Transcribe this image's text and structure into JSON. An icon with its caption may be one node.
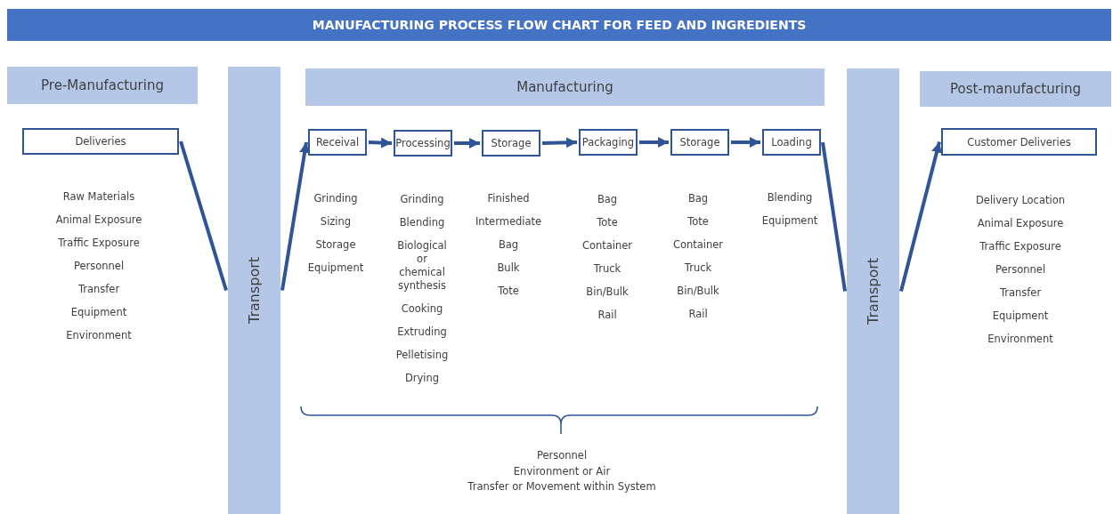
{
  "diagram": {
    "title": "MANUFACTURING PROCESS FLOW CHART FOR FEED AND INGREDIENTS",
    "nodes": [
      {
        "text": [
          "Pre-Manufacturing"
        ]
      },
      {
        "text": [
          "Transport"
        ]
      },
      {
        "text": [
          "Manufacturing"
        ]
      },
      {
        "text": [
          "Transport"
        ]
      },
      {
        "text": [
          "Post-manufacturing"
        ]
      },
      {
        "text": [
          "Deliveries"
        ],
        "beside": [
          "Raw Materials",
          "Animal Exposure",
          "Traffic Exposure",
          "Personnel",
          "Transfer",
          "Equipment",
          "Environment"
        ]
      },
      {
        "text": [
          "Receival"
        ],
        "beside": [
          "Grinding",
          "Sizing",
          "Storage",
          "Equipment"
        ]
      },
      {
        "text": [
          "Processing"
        ],
        "beside": [
          "Grinding",
          "Blending",
          "Biological or chemical synthesis",
          "Cooking",
          "Extruding",
          "Pelletising",
          "Drying"
        ]
      },
      {
        "text": [
          "Storage"
        ],
        "beside": [
          "Finished",
          "Intermediate",
          "Bag",
          "Bulk",
          "Tote"
        ]
      },
      {
        "text": [
          "Packaging"
        ],
        "beside": [
          "Bag",
          "Tote",
          "Container",
          "Truck",
          "Bin/Bulk",
          "Rail"
        ]
      },
      {
        "text": [
          "Storage"
        ],
        "beside": [
          "Bag",
          "Tote",
          "Container",
          "Truck",
          "Bin/Bulk",
          "Rail"
        ]
      },
      {
        "text": [
          "Loading"
        ],
        "beside": [
          "Blending",
          "Equipment"
        ]
      },
      {
        "text": [
          "Customer Deliveries"
        ],
        "beside": [
          "Delivery Location",
          "Animal Exposure",
          "Traffic Exposure",
          "Personnel",
          "Transfer",
          "Equipment",
          "Environment"
        ]
      }
    ],
    "edges": [
      {
        "from": 5,
        "to": 1,
        "arrow": "none"
      },
      {
        "from": 1,
        "to": 6,
        "arrow": "to"
      },
      {
        "from": 6,
        "to": 7,
        "arrow": "to"
      },
      {
        "from": 7,
        "to": 8,
        "arrow": "to"
      },
      {
        "from": 8,
        "to": 9,
        "arrow": "to"
      },
      {
        "from": 9,
        "to": 10,
        "arrow": "to"
      },
      {
        "from": 10,
        "to": 11,
        "arrow": "to"
      },
      {
        "from": 11,
        "to": 3,
        "arrow": "none"
      },
      {
        "from": 3,
        "to": 12,
        "arrow": "to"
      }
    ],
    "labels": [
      "Personnel",
      "Environment or Air",
      "Transfer or Movement within System"
    ]
  }
}
